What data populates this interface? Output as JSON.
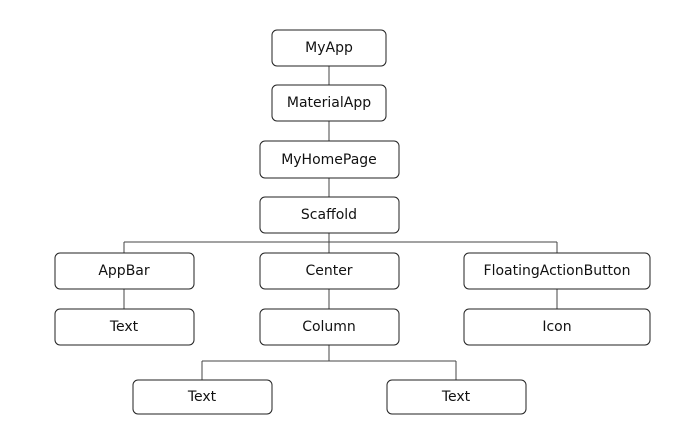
{
  "diagram": {
    "type": "tree",
    "nodes": {
      "myapp": "MyApp",
      "materialapp": "MaterialApp",
      "myhomepage": "MyHomePage",
      "scaffold": "Scaffold",
      "appbar": "AppBar",
      "center": "Center",
      "fab": "FloatingActionButton",
      "appbar_text": "Text",
      "column": "Column",
      "icon": "Icon",
      "column_text_1": "Text",
      "column_text_2": "Text"
    },
    "edges": [
      [
        "myapp",
        "materialapp"
      ],
      [
        "materialapp",
        "myhomepage"
      ],
      [
        "myhomepage",
        "scaffold"
      ],
      [
        "scaffold",
        "appbar"
      ],
      [
        "scaffold",
        "center"
      ],
      [
        "scaffold",
        "fab"
      ],
      [
        "appbar",
        "appbar_text"
      ],
      [
        "center",
        "column"
      ],
      [
        "fab",
        "icon"
      ],
      [
        "column",
        "column_text_1"
      ],
      [
        "column",
        "column_text_2"
      ]
    ],
    "colors": {
      "box_stroke": "#222222",
      "line": "#444444",
      "text": "#111111",
      "background": "#ffffff"
    }
  }
}
